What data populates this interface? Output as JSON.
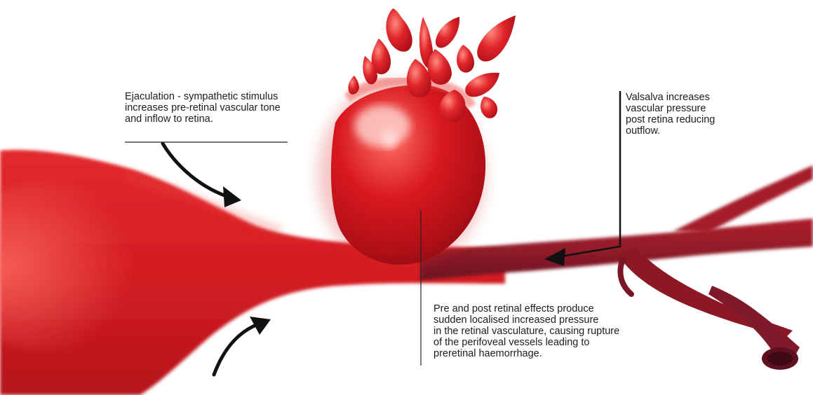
{
  "annotations": {
    "ejaculation": "Ejaculation - sympathetic stimulus\nincreases pre-retinal vascular tone\nand inflow to retina.",
    "valsalva": "Valsalva increases\nvascular pressure\npost retina reducing\noutflow.",
    "rupture": "Pre and post retinal effects produce\nsudden localised increased pressure\nin the retinal vasculature, causing rupture\nof the perifoveal vessels leading to\npreretinal haemorrhage."
  },
  "colors": {
    "background": "#ffffff",
    "blood_bright": "#e0262b",
    "blood_mid": "#c8161d",
    "blood_dark": "#9c1a24",
    "vein_dark": "#7e1a2a",
    "vein_shadow": "#5e1020",
    "highlight": "#ff8f86",
    "arrow": "#111111",
    "line": "#222222"
  }
}
